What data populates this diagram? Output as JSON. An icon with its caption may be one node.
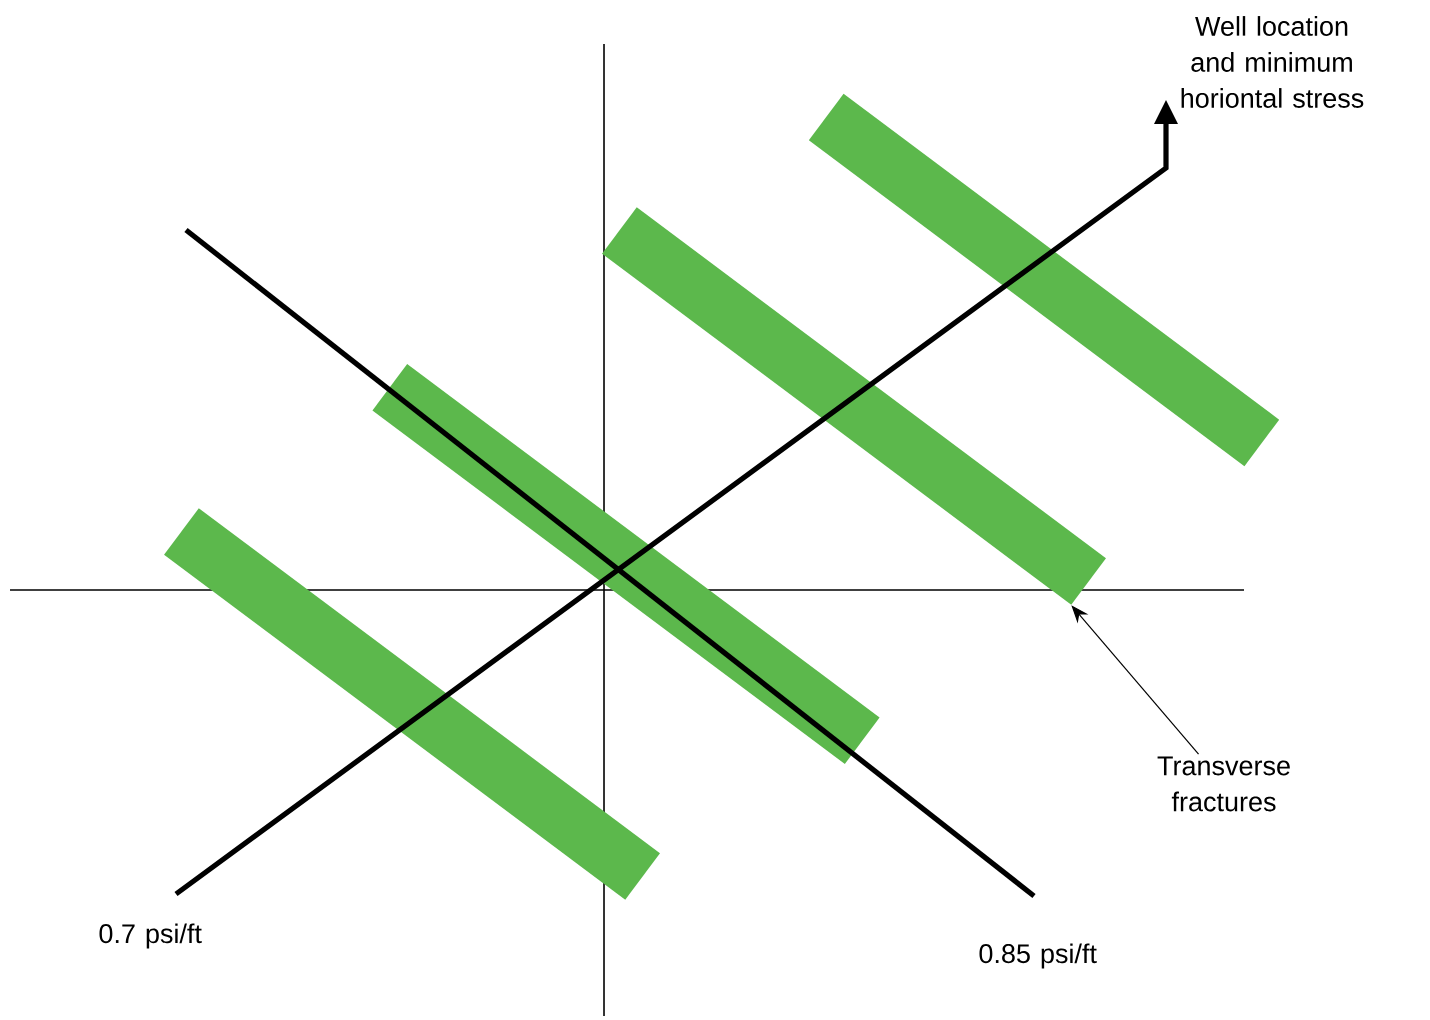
{
  "diagram": {
    "nodes": [
      {
        "text": [],
        "shape": "bar"
      },
      {
        "text": [],
        "shape": "bar"
      },
      {
        "text": [],
        "shape": "bar"
      },
      {
        "text": [],
        "shape": "bar"
      },
      {
        "text": [
          "Transverse fractures"
        ]
      }
    ],
    "edges": [
      {
        "from": 4,
        "to": 2,
        "arrow": "to"
      }
    ],
    "labels": [
      "Well location and minimum horiontal stress",
      "0.7 psi/ft",
      "0.85 psi/ft"
    ]
  }
}
